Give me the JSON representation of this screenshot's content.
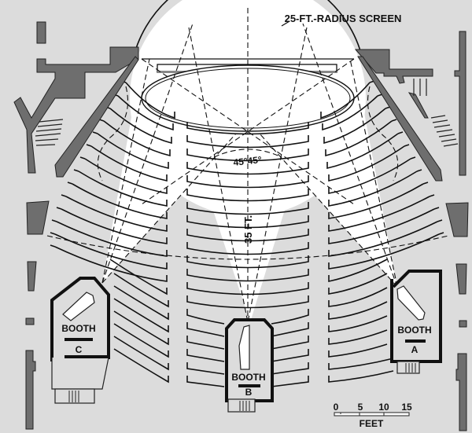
{
  "diagram": {
    "type": "theater-floor-plan",
    "screen_label": "25-Ft.-Radius Screen",
    "distance_label": "35 Ft.",
    "angle_label": "45°45°",
    "booths": [
      {
        "id": "A",
        "label": "Booth",
        "letter": "A"
      },
      {
        "id": "B",
        "label": "Booth",
        "letter": "B"
      },
      {
        "id": "C",
        "label": "Booth",
        "letter": "C"
      }
    ],
    "scale": {
      "ticks": [
        "0",
        "5",
        "10",
        "15"
      ],
      "unit": "Feet"
    },
    "colors": {
      "background": "#dcdcdc",
      "walls": "#6e6e6e",
      "lines": "#111111",
      "light_area": "#ffffff"
    }
  }
}
